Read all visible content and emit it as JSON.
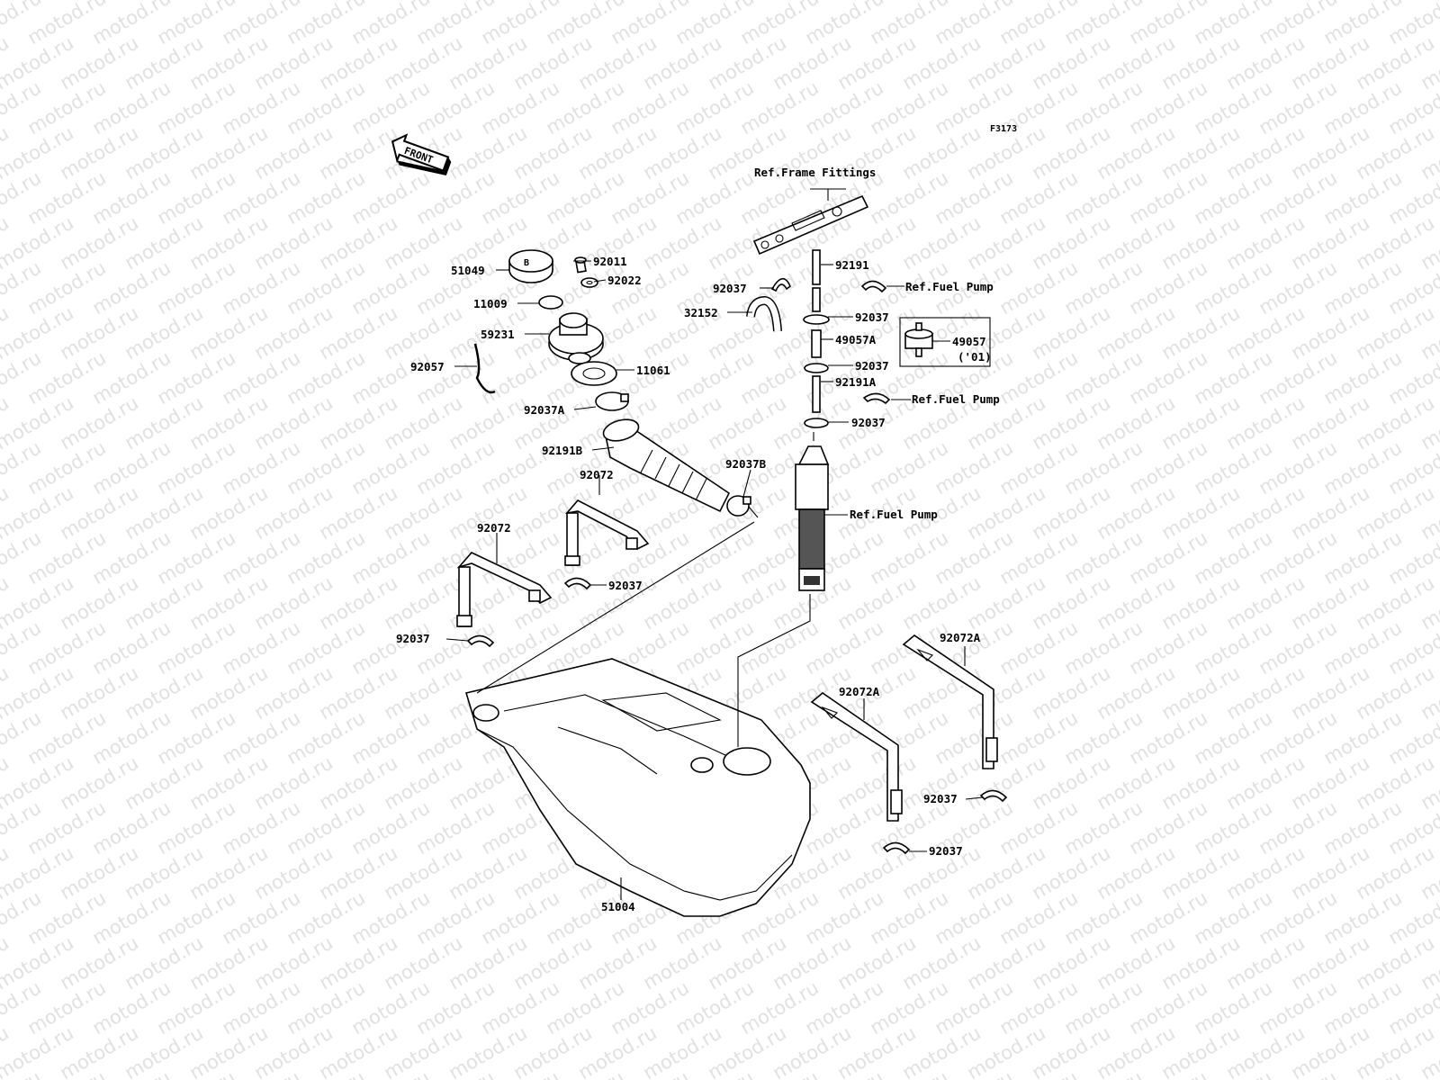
{
  "figure_code": "F3173",
  "front_label": "FRONT",
  "watermark_text": "motod.ru",
  "colors": {
    "line": "#000000",
    "background": "#ffffff",
    "watermark": "#c8c8c8"
  },
  "callouts": {
    "ref_frame_fittings": "Ref.Frame Fittings",
    "ref_fuel_pump_1": "Ref.Fuel Pump",
    "ref_fuel_pump_2": "Ref.Fuel Pump",
    "ref_fuel_pump_3": "Ref.Fuel Pump",
    "p51049": "51049",
    "p92011": "92011",
    "p92022": "92022",
    "p11009": "11009",
    "p59231": "59231",
    "p92057": "92057",
    "p11061": "11061",
    "p92037A": "92037A",
    "p92191B": "92191B",
    "p92072_top": "92072",
    "p92072_left": "92072",
    "p92037B": "92037B",
    "p92037_strap_mid": "92037",
    "p92037_strap_left": "92037",
    "p51004": "51004",
    "p92037_top": "92037",
    "p32152": "32152",
    "p92191": "92191",
    "p92037_r1": "92037",
    "p49057A": "49057A",
    "p92037_r2": "92037",
    "p92191A": "92191A",
    "p92037_r3": "92037",
    "p49057": "49057",
    "p49057_note": "('01)",
    "p92072A_mid": "92072A",
    "p92072A_right": "92072A",
    "p92037_lower_right": "92037",
    "p92037_bottom_right": "92037"
  }
}
